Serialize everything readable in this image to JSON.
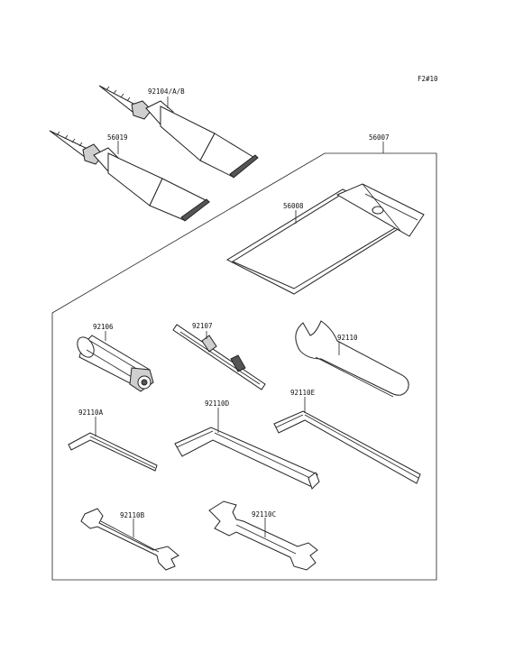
{
  "figure_id": "F2#10",
  "parts": [
    {
      "number": "92104/A/B",
      "name": "sealant-tube-upper"
    },
    {
      "number": "56019",
      "name": "sealant-tube-lower"
    },
    {
      "number": "56007",
      "name": "tool-kit-assembly"
    },
    {
      "number": "56008",
      "name": "tool-pouch"
    },
    {
      "number": "92106",
      "name": "plug-wrench"
    },
    {
      "number": "92107",
      "name": "screwdriver"
    },
    {
      "number": "92110",
      "name": "hook-spanner"
    },
    {
      "number": "92110A",
      "name": "hex-key-small"
    },
    {
      "number": "92110D",
      "name": "hex-key-large"
    },
    {
      "number": "92110E",
      "name": "hex-key-medium"
    },
    {
      "number": "92110B",
      "name": "open-end-wrench-small"
    },
    {
      "number": "92110C",
      "name": "open-end-wrench-large"
    }
  ]
}
